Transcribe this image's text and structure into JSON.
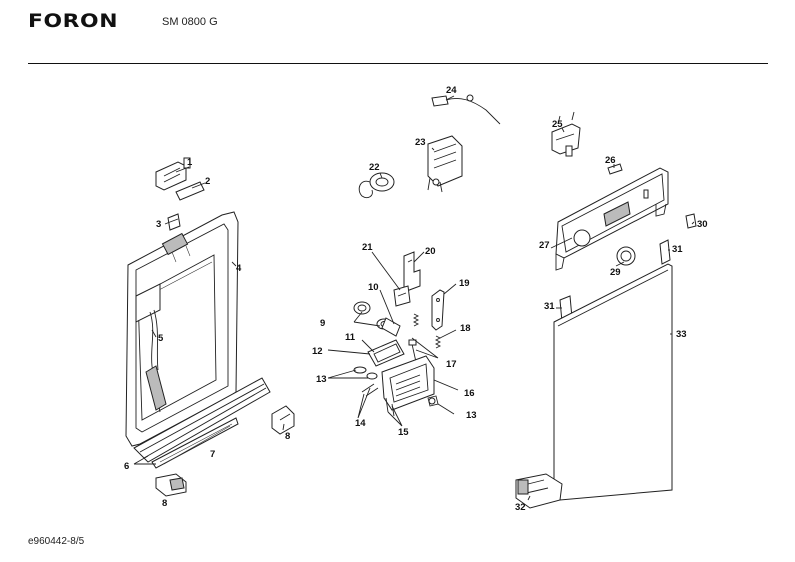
{
  "header": {
    "brand": "FORON",
    "model": "SM 0800 G"
  },
  "footer": {
    "doc_id": "e960442-8/5"
  },
  "diagram": {
    "type": "exploded parts diagram",
    "callouts": {
      "c1": "1",
      "c2": "2",
      "c3": "3",
      "c4": "4",
      "c5": "5",
      "c6": "6",
      "c7": "7",
      "c8a": "8",
      "c8b": "8",
      "c9": "9",
      "c10": "10",
      "c11": "11",
      "c12": "12",
      "c13a": "13",
      "c13b": "13",
      "c14": "14",
      "c15": "15",
      "c16": "16",
      "c17": "17",
      "c18": "18",
      "c19": "19",
      "c20": "20",
      "c21": "21",
      "c22": "22",
      "c23": "23",
      "c24": "24",
      "c25": "25",
      "c26": "26",
      "c27": "27",
      "c29": "29",
      "c30": "30",
      "c31a": "31",
      "c31b": "31",
      "c32": "32",
      "c33": "33"
    }
  }
}
